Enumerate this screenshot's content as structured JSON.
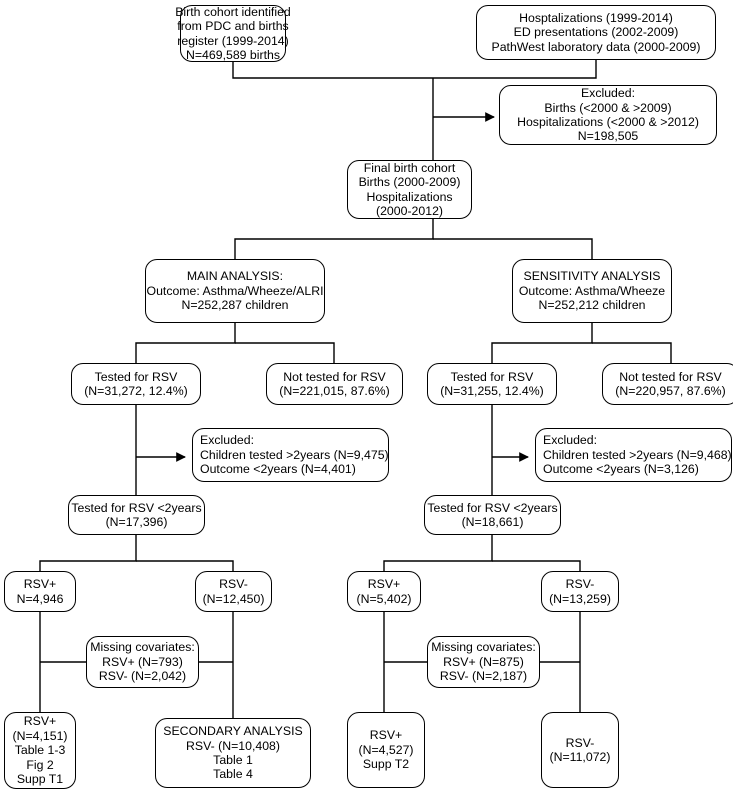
{
  "diagram": {
    "title": "RSV testing study cohort flow diagram",
    "type": "flowchart",
    "stroke_color": "#000000",
    "background_color": "#ffffff",
    "nodes": [
      {
        "id": "birth-cohort",
        "lines": [
          "Birth cohort identified",
          "from PDC and births",
          "register (1999-2014)",
          "N=469,589 births"
        ]
      },
      {
        "id": "data-sources",
        "lines": [
          "Hosptalizations (1999-2014)",
          "ED presentations (2002-2009)",
          "PathWest laboratory data (2000-2009)"
        ]
      },
      {
        "id": "excluded-top",
        "lines": [
          "Excluded:",
          "Births (<2000 & >2009)",
          "Hospitalizations (<2000 & >2012)",
          "N=198,505"
        ]
      },
      {
        "id": "final-cohort",
        "lines": [
          "Final birth cohort",
          "Births (2000-2009)",
          "Hospitalizations",
          "(2000-2012)"
        ]
      },
      {
        "id": "main-analysis",
        "lines": [
          "MAIN ANALYSIS:",
          "Outcome: Asthma/Wheeze/ALRI",
          "N=252,287 children"
        ]
      },
      {
        "id": "sensitivity-analysis",
        "lines": [
          "SENSITIVITY ANALYSIS",
          "Outcome: Asthma/Wheeze",
          "N=252,212 children"
        ]
      },
      {
        "id": "main-tested",
        "lines": [
          "Tested for RSV",
          "(N=31,272, 12.4%)"
        ]
      },
      {
        "id": "main-not-tested",
        "lines": [
          "Not tested for RSV",
          "(N=221,015, 87.6%)"
        ]
      },
      {
        "id": "sens-tested",
        "lines": [
          "Tested for RSV",
          "(N=31,255, 12.4%)"
        ]
      },
      {
        "id": "sens-not-tested",
        "lines": [
          "Not tested for RSV",
          "(N=220,957, 87.6%)"
        ]
      },
      {
        "id": "main-excluded",
        "lines": [
          "Excluded:",
          "Children tested >2years (N=9,475)",
          "Outcome <2years (N=4,401)"
        ]
      },
      {
        "id": "sens-excluded",
        "lines": [
          "Excluded:",
          "Children tested >2years (N=9,468)",
          "Outcome <2years (N=3,126)"
        ]
      },
      {
        "id": "main-tested-under2",
        "lines": [
          "Tested for RSV <2years",
          "(N=17,396)"
        ]
      },
      {
        "id": "sens-tested-under2",
        "lines": [
          "Tested for RSV <2years",
          "(N=18,661)"
        ]
      },
      {
        "id": "main-rsv-pos",
        "lines": [
          "RSV+",
          "N=4,946"
        ]
      },
      {
        "id": "main-rsv-neg",
        "lines": [
          "RSV-",
          "(N=12,450)"
        ]
      },
      {
        "id": "sens-rsv-pos",
        "lines": [
          "RSV+",
          "(N=5,402)"
        ]
      },
      {
        "id": "sens-rsv-neg",
        "lines": [
          "RSV-",
          "(N=13,259)"
        ]
      },
      {
        "id": "main-missing",
        "lines": [
          "Missing covariates:",
          "RSV+ (N=793)",
          "RSV- (N=2,042)"
        ]
      },
      {
        "id": "sens-missing",
        "lines": [
          "Missing covariates:",
          "RSV+ (N=875)",
          "RSV- (N=2,187)"
        ]
      },
      {
        "id": "main-final-pos",
        "lines": [
          "RSV+",
          "(N=4,151)",
          "Table 1-3",
          "Fig 2",
          "Supp T1"
        ]
      },
      {
        "id": "secondary-analysis",
        "lines": [
          "SECONDARY ANALYSIS",
          "RSV- (N=10,408)",
          "Table 1",
          "Table 4"
        ]
      },
      {
        "id": "sens-final-pos",
        "lines": [
          "RSV+",
          "(N=4,527)",
          "Supp T2"
        ]
      },
      {
        "id": "sens-final-neg",
        "lines": [
          "RSV-",
          "(N=11,072)"
        ]
      }
    ]
  }
}
